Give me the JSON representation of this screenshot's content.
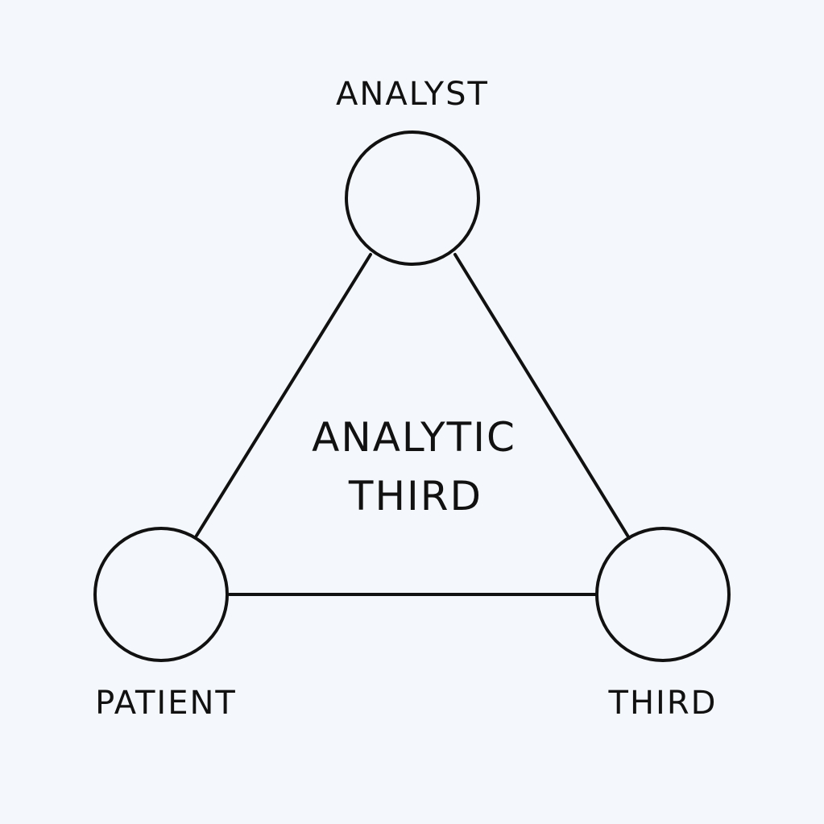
{
  "diagram": {
    "nodes": {
      "analyst": {
        "label": "ANALYST"
      },
      "patient": {
        "label": "PATIENT"
      },
      "third": {
        "label": "THIRD"
      }
    },
    "center": {
      "line1": "ANALYTIC",
      "line2": "THIRD"
    },
    "edges": [
      {
        "from": "analyst",
        "to": "patient"
      },
      {
        "from": "analyst",
        "to": "third"
      },
      {
        "from": "patient",
        "to": "third"
      }
    ],
    "colors": {
      "background": "#f4f7fb",
      "stroke": "#111111",
      "text": "#111111"
    }
  }
}
